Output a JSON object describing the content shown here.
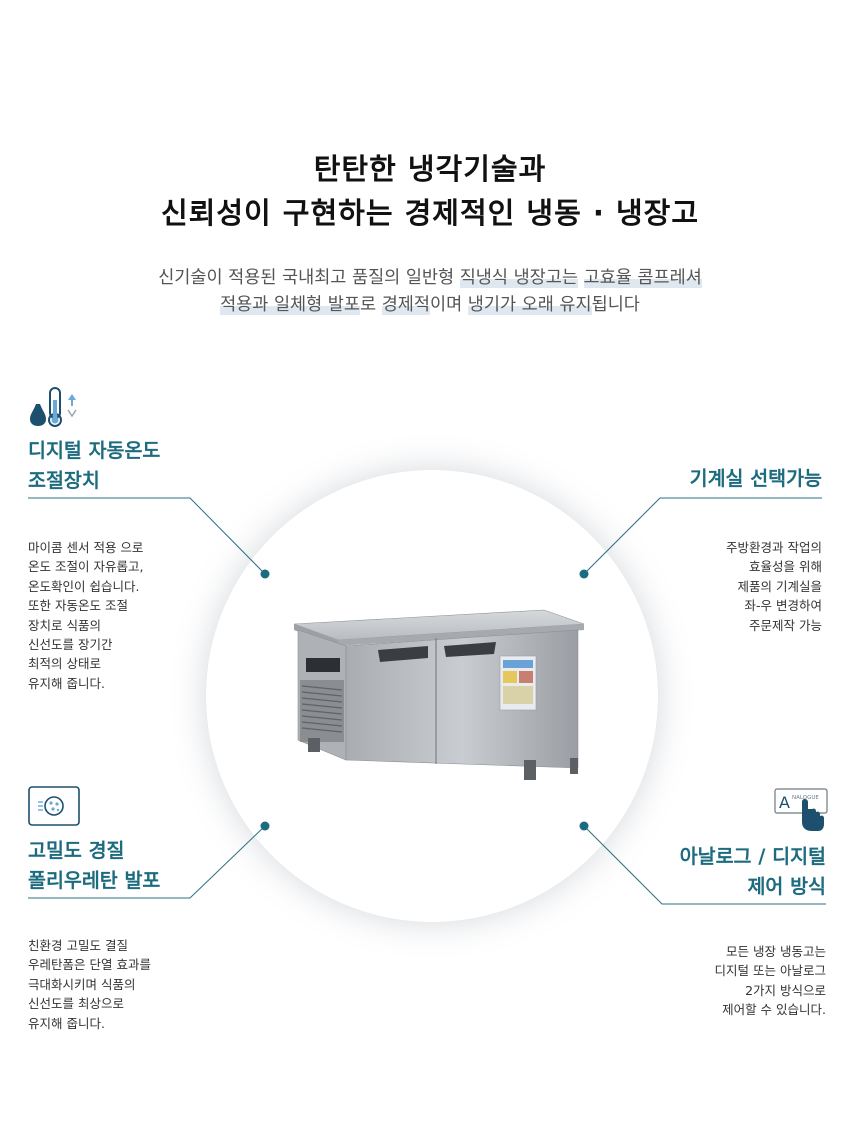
{
  "heading": {
    "line1": "탄탄한 냉각기술과",
    "line2": "신뢰성이 구현하는 경제적인 냉동 · 냉장고"
  },
  "subtitle": {
    "line1_a": "신기술이 적용된 국내최고 품질의 일반형 ",
    "line1_hl1": "직냉식 냉장고는",
    "line1_b": " ",
    "line1_hl2": "고효율 콤프레셔",
    "line2_hl1": "적용과 일체형 발포",
    "line2_a": "로 ",
    "line2_hl2": "경제적",
    "line2_b": "이며 ",
    "line2_hl3": "냉기가 오래 유지",
    "line2_c": "됩니다"
  },
  "features": {
    "digital_temp": {
      "icon": "thermometer-icon",
      "title1": "디지털 자동온도",
      "title2": "조절장치",
      "body": [
        "마이콤 센서 적용 으로",
        "온도 조절이 자유롭고,",
        "온도확인이 쉽습니다.",
        "또한 자동온도 조절",
        "장치로 식품의",
        "신선도를 장기간",
        "최적의 상태로",
        "유지해 줍니다."
      ]
    },
    "machine_room": {
      "title": "기계실 선택가능",
      "body": [
        "주방환경과 작업의",
        "효율성을 위해",
        "제품의 기계실을",
        "좌-우 변경하여",
        "주문제작 가능"
      ]
    },
    "insulation": {
      "icon": "foam-insulation-icon",
      "title1": "고밀도 경질",
      "title2": "폴리우레탄 발포",
      "body": [
        "친환경 고밀도 결질",
        "우레탄폼은 단열 효과를",
        "극대화시키며 식품의",
        "신선도를 최상으로",
        "유지해 줍니다."
      ]
    },
    "control": {
      "icon": "analog-touch-icon",
      "icon_label": "A",
      "icon_small": "NALOGUE",
      "title1": "아날로그 / 디지털",
      "title2": "제어 방식",
      "body": [
        "모든 냉장 냉동고는",
        "디지털 또는 아날로그",
        "2가지 방식으로",
        "제어할 수 있습니다."
      ]
    }
  },
  "colors": {
    "accent": "#1d6b7e",
    "line": "#2a6f80",
    "highlight": "#dfe8f1"
  }
}
